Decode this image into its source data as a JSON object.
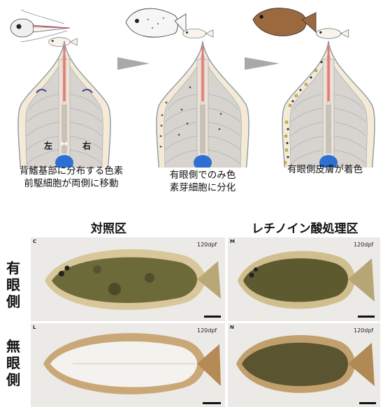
{
  "diagram": {
    "panel1": {
      "left_label": "左",
      "right_label": "右",
      "arrow_symbol": "↔",
      "caption_line1": "背鰭基部に分布する色素",
      "caption_line2": "前駆細胞が両側に移動"
    },
    "panel2": {
      "caption_line1": "有眼側でのみ色",
      "caption_line2": "素芽細胞に分化"
    },
    "panel3": {
      "caption_line1": "有眼側皮膚が着色"
    }
  },
  "photos": {
    "col1_header": "対照区",
    "col2_header": "レチノイン酸処理区",
    "row1_label": "有眼側",
    "row2_label": "無眼側",
    "panels": [
      {
        "letter": "C",
        "age": "120dpf"
      },
      {
        "letter": "M",
        "age": "120dpf"
      },
      {
        "letter": "L",
        "age": "120dpf"
      },
      {
        "letter": "N",
        "age": "120dpf"
      }
    ]
  },
  "colors": {
    "pale_fish": "#f6ecd9",
    "red_line": "#e07b73",
    "blue_blob": "#2f6fd1",
    "arrow_gray": "#a9a9a9",
    "pigmented_fish": "#9a6a3e"
  }
}
